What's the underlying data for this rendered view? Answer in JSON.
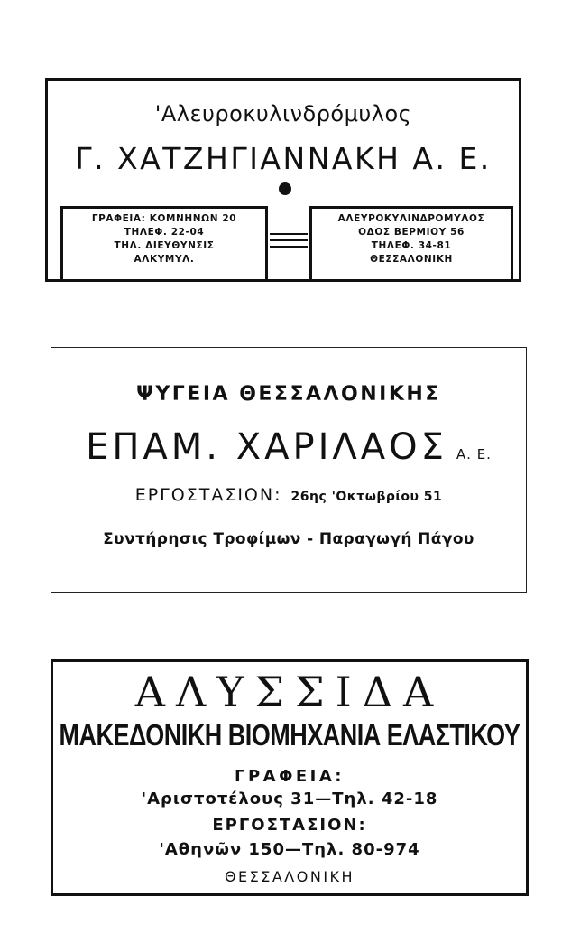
{
  "ad1": {
    "product": "'Αλευροκυλινδρόμυλος",
    "company": "Γ. ΧΑΤΖΗΓΙΑΝΝΑΚΗ Α. Ε.",
    "left_box": [
      "ΓΡΑΦΕΙΑ: ΚΟΜΝΗΝΩΝ 20",
      "ΤΗΛΕΦ. 22-04",
      "ΤΗΛ. ΔΙΕΥΘΥΝΣΙΣ",
      "ΑΛΚΥΜΥΛ."
    ],
    "right_box": [
      "ΑΛΕΥΡΟΚΥΛΙΝΔΡΟΜΥΛΟΣ",
      "ΟΔΟΣ ΒΕΡΜΙΟΥ 56",
      "ΤΗΛΕΦ. 34-81",
      "ΘΕΣΣΑΛΟΝΙΚΗ"
    ]
  },
  "ad2": {
    "line1": "ΨΥΓΕΙΑ ΘΕΣΣΑΛΟΝΙΚΗΣ",
    "name": "ΕΠΑΜ. ΧΑΡΙΛΑΟΣ",
    "suffix": "Α. Ε.",
    "factory_label": "ΕΡΓΟΣΤΑΣΙΟΝ:",
    "factory_address": "26ης 'Οκτωβρίου 51",
    "services": "Συντήρησις Τροφίμων - Παραγωγή Πάγου"
  },
  "ad3": {
    "brand": "ΑΛΥΣΣΙΔΑ",
    "tagline": "ΜΑΚΕΔΟΝΙΚΗ ΒΙΟΜΗΧΑΝΙΑ ΕΛΑΣΤΙΚΟΥ",
    "offices_label": "ΓΡΑΦΕΙΑ:",
    "offices_address": "'Αριστοτέλους 31—Τηλ. 42-18",
    "factory_label": "ΕΡΓΟΣΤΑΣΙΟΝ:",
    "factory_address": "'Αθηνῶν 150—Τηλ. 80-974",
    "city": "ΘΕΣΣΑΛΟΝΙΚΗ"
  }
}
